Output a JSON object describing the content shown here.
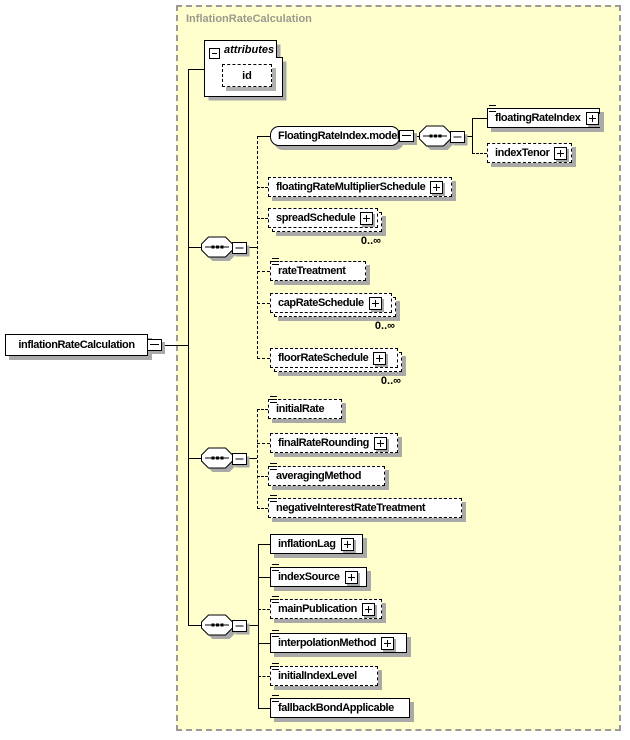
{
  "diagram_title": "InflationRateCalculation",
  "root": {
    "label": "inflationRateCalculation"
  },
  "attributes_panel": {
    "header": "attributes",
    "items": {
      "id": {
        "label": "id"
      }
    }
  },
  "model_group": {
    "label": "FloatingRateIndex.model"
  },
  "elements": {
    "floatingRateIndex": {
      "label": "floatingRateIndex"
    },
    "indexTenor": {
      "label": "indexTenor"
    },
    "floatingRateMultiplierSchedule": {
      "label": "floatingRateMultiplierSchedule"
    },
    "spreadSchedule": {
      "label": "spreadSchedule",
      "occurrence": "0..∞"
    },
    "rateTreatment": {
      "label": "rateTreatment"
    },
    "capRateSchedule": {
      "label": "capRateSchedule",
      "occurrence": "0..∞"
    },
    "floorRateSchedule": {
      "label": "floorRateSchedule",
      "occurrence": "0..∞"
    },
    "initialRate": {
      "label": "initialRate"
    },
    "finalRateRounding": {
      "label": "finalRateRounding"
    },
    "averagingMethod": {
      "label": "averagingMethod"
    },
    "negativeInterestRateTreatment": {
      "label": "negativeInterestRateTreatment"
    },
    "inflationLag": {
      "label": "inflationLag"
    },
    "indexSource": {
      "label": "indexSource"
    },
    "mainPublication": {
      "label": "mainPublication"
    },
    "interpolationMethod": {
      "label": "interpolationMethod"
    },
    "initialIndexLevel": {
      "label": "initialIndexLevel"
    },
    "fallbackBondApplicable": {
      "label": "fallbackBondApplicable"
    }
  },
  "colors": {
    "container_fill": "#ffffcd",
    "container_border": "#9a9a9a",
    "container_label": "#999a8e",
    "box_border": "#000000",
    "box_fill": "#ffffff",
    "shadow": "#a9a9a9"
  }
}
